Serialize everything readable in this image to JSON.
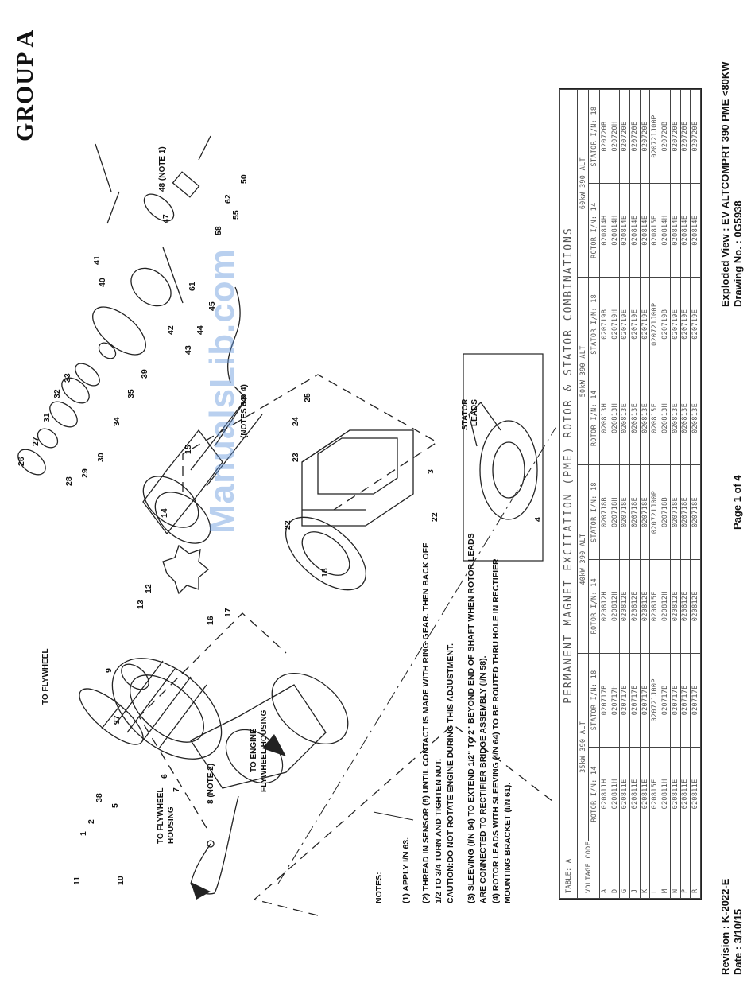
{
  "group_title": "GROUP A",
  "footer": {
    "revision": "Revision : K-2022-E",
    "date": "Date : 3/10/15",
    "page": "Page 1 of 4",
    "view": "Exploded View : EV ALTCOMPRT 390 PME <80KW",
    "drawing": "Drawing No. : 0G5938"
  },
  "watermark": "ManualsLib.com",
  "notes": {
    "heading": "NOTES:",
    "n1": "(1) APPLY I/N 63.",
    "n2": "(2) THREAD IN SENSOR (8) UNTIL CONTACT IS MADE WITH RING GEAR. THEN BACK OFF 1/2 TO 3/4 TURN AND TIGHTEN NUT.",
    "caution": "CAUTION:DO NOT ROTATE ENGINE DURING THIS ADJUSTMENT.",
    "n3": "(3) SLEEVING (I/N 64) TO EXTEND 1/2\" TO 2\" BEYOND END OF SHAFT WHEN ROTOR LEADS ARE CONNECTED TO RECTIFIER BRIDGE ASSEMBLY (I/N 58).",
    "n4": "(4) ROTOR LEADS WITH SLEEVING (I/N 64) TO BE ROUTED THRU HOLE IN RECTIFIER MOUNTING BRACKET (I/N 61)."
  },
  "labels": {
    "to_flywheel": "TO FLYWHEEL",
    "to_flywheel_housing_1": "TO FLYWHEEL",
    "to_flywheel_housing_2": "HOUSING",
    "to_engine_1": "TO ENGINE",
    "to_engine_2": "FLYWHEEL HOUSING",
    "note2": "8 (NOTE 2)",
    "note1": "48 (NOTE 1)",
    "notes34_a": "64",
    "notes34_b": "(NOTES 3 & 4)",
    "stator_1": "STATOR",
    "stator_2": "LEADS"
  },
  "part_numbers": {
    "p1": "1",
    "p2": "2",
    "p38": "38",
    "p5": "5",
    "p10": "10",
    "p11": "11",
    "p37": "37",
    "p6": "6",
    "p7": "7",
    "p9": "9",
    "p13": "13",
    "p12": "12",
    "p14": "14",
    "p15": "15",
    "p16": "16",
    "p17": "17",
    "p18": "18",
    "p22": "22",
    "p23": "23",
    "p24": "24",
    "p25": "25",
    "p26": "26",
    "p27": "27",
    "p28": "28",
    "p29": "29",
    "p30": "30",
    "p31": "31",
    "p32": "32",
    "p33": "33",
    "p34": "34",
    "p35": "35",
    "p39": "39",
    "p40": "40",
    "p41": "41",
    "p42": "42",
    "p43": "43",
    "p44": "44",
    "p45": "45",
    "p47": "47",
    "p55": "55",
    "p58": "58",
    "p61": "61",
    "p62": "62",
    "p50": "50",
    "i22": "22",
    "i3": "3",
    "i4": "4"
  },
  "table": {
    "tag": "TABLE: A",
    "title": "PERMANENT MAGNET EXCITATION (PME) ROTOR & STATOR COMBINATIONS",
    "voltage_code": "VOLTAGE CODE",
    "groups": [
      "35kW 390 ALT",
      "40kW 390 ALT",
      "50kW 390 ALT",
      "60kW 390 ALT"
    ],
    "col_rotor": "ROTOR I/N: 14",
    "col_stator": "STATOR I/N: 18",
    "rows": [
      {
        "code": "A",
        "cells": [
          "020811H",
          "020717B",
          "020812H",
          "020718B",
          "020813H",
          "020719B",
          "020814H",
          "020720B"
        ]
      },
      {
        "code": "D",
        "cells": [
          "020811H",
          "020717H",
          "020812H",
          "020718H",
          "020813H",
          "020719H",
          "020814H",
          "020720H"
        ]
      },
      {
        "code": "G",
        "cells": [
          "020811E",
          "020717E",
          "020812E",
          "020718E",
          "020813E",
          "020719E",
          "020814E",
          "020720E"
        ]
      },
      {
        "code": "J",
        "cells": [
          "020811E",
          "020717E",
          "020812E",
          "020718E",
          "020813E",
          "020719E",
          "020814E",
          "020720E"
        ]
      },
      {
        "code": "K",
        "cells": [
          "020811E",
          "020717E",
          "020812E",
          "020718E",
          "020813E",
          "020719E",
          "020814E",
          "020720E"
        ]
      },
      {
        "code": "L",
        "cells": [
          "020815E",
          "020721J00P",
          "020815E",
          "020721J00P",
          "020815E",
          "020721J00P",
          "020815E",
          "020721J00P"
        ]
      },
      {
        "code": "M",
        "cells": [
          "020811H",
          "020717B",
          "020812H",
          "020718B",
          "020813H",
          "020719B",
          "020814H",
          "020720B"
        ]
      },
      {
        "code": "N",
        "cells": [
          "020811E",
          "020717E",
          "020812E",
          "020718E",
          "020813E",
          "020719E",
          "020814E",
          "020720E"
        ]
      },
      {
        "code": "P",
        "cells": [
          "020811E",
          "020717E",
          "020812E",
          "020718E",
          "020813E",
          "020719E",
          "020814E",
          "020720E"
        ]
      },
      {
        "code": "R",
        "cells": [
          "020811E",
          "020717E",
          "020812E",
          "020718E",
          "020813E",
          "020719E",
          "020814E",
          "020720E"
        ]
      }
    ]
  }
}
